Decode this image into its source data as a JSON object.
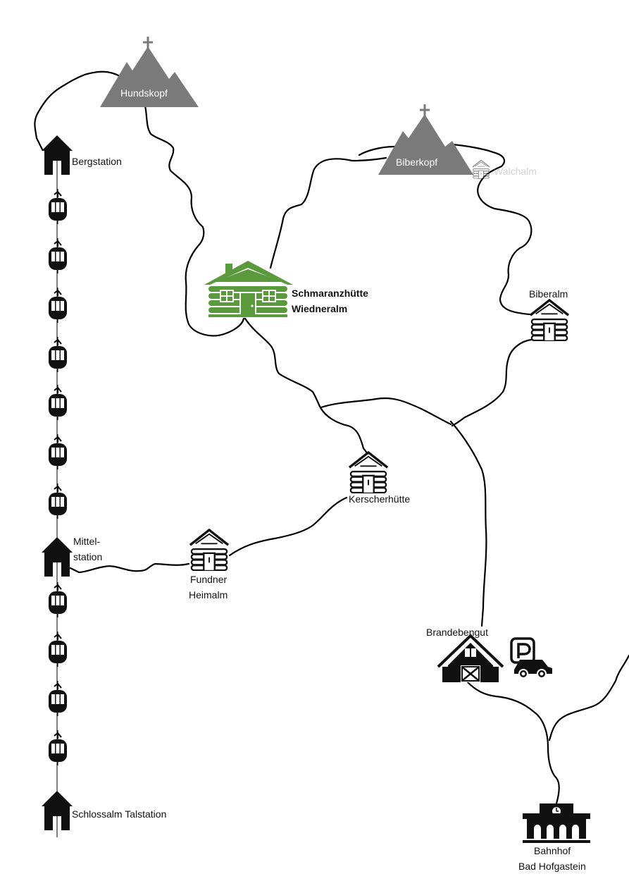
{
  "colors": {
    "peak": "#7a7a7a",
    "highlight_hut": "#5b9a3c",
    "trail": "#000000",
    "inactive_label": "#9a9a9a"
  },
  "peaks": {
    "hundskopf": "Hundskopf",
    "biberkopf": "Biberkopf"
  },
  "lift_stations": {
    "bergstation": "Bergstation",
    "mittelstation_line1": "Mittel-",
    "mittelstation_line2": "station",
    "talstation": "Schlossalm Talstation"
  },
  "huts": {
    "walchalm": "Walchalm",
    "schmaranz_line1": "Schmaranzhütte",
    "schmaranz_line2": "Wiedneralm",
    "biberalm": "Biberalm",
    "kerscherhuette": "Kerscherhütte",
    "fundner_line1": "Fundner",
    "fundner_line2": "Heimalm"
  },
  "farm": {
    "brandebengut": "Brandebengut"
  },
  "station": {
    "line1": "Bahnhof",
    "line2": "Bad Hofgastein"
  },
  "icons": [
    "peak-icon",
    "cable-car-gondola-icon",
    "station-house-icon",
    "log-cabin-icon",
    "barn-icon",
    "parking-icon",
    "car-icon",
    "train-station-icon"
  ]
}
